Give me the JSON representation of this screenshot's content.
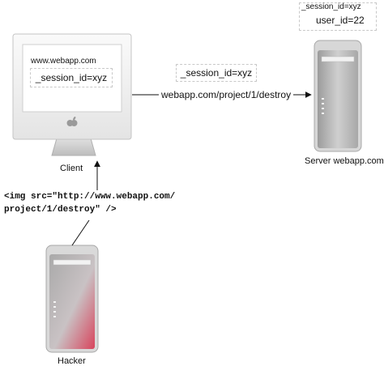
{
  "client": {
    "url": "www.webapp.com",
    "cookie": "_session_id=xyz",
    "label": "Client"
  },
  "request": {
    "cookie": "_session_id=xyz",
    "url": "webapp.com/project/1/destroy"
  },
  "server": {
    "session_cookie": "_session_id=xyz",
    "session_user": "user_id=22",
    "label": "Server webapp.com"
  },
  "hacker": {
    "payload_line1": "<img src=\"http://www.webapp.com/",
    "payload_line2": "project/1/destroy\" />",
    "label": "Hacker"
  },
  "colors": {
    "tower_gray": "#b5b5b5",
    "hacker_accent": "#d8445c",
    "arrow": "#111111"
  }
}
